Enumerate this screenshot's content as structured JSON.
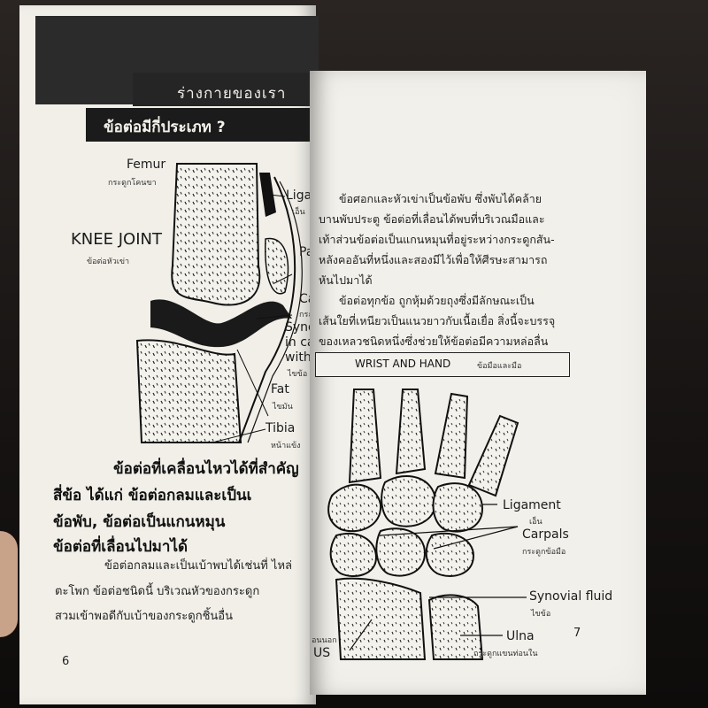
{
  "left_page": {
    "chapter_title": "ร่างกายของเรา",
    "section_title": "ข้อต่อมีกี่ประเภท ?",
    "diagram_labels": {
      "femur": "Femur",
      "femur_th": "กระดูกโคนขา",
      "knee_joint": "KNEE JOINT",
      "knee_joint_th": "ข้อต่อหัวเข่า",
      "ligament": "Ligam",
      "ligament_th": "เอ็น",
      "patella": "Pa",
      "cartilage": "Cart",
      "cartilage_th": "กระดูก",
      "synovial_1": "Synovi",
      "synovial_2": "in cavity",
      "synovial_3": "with me",
      "synovial_th": "ไขข้อ",
      "fat": "Fat",
      "fat_th": "ไขมัน",
      "tibia": "Tibia",
      "tibia_th": "หน้าแข้ง"
    },
    "heading_lines": [
      "ข้อต่อที่เคลื่อนไหวได้ที่สำคัญ",
      "สี่ข้อ ได้แก่ ข้อต่อกลมและเป็นเ",
      "ข้อพับ, ข้อต่อเป็นแกนหมุน",
      "ข้อต่อที่เลื่อนไปมาได้"
    ],
    "body_lines": [
      "ข้อต่อกลมและเป็นเบ้าพบได้เช่นที่ ไหล่",
      "ตะโพก ข้อต่อชนิดนี้ บริเวณหัวของกระดูก",
      "สวมเข้าพอดีกับเบ้าของกระดูกชิ้นอื่น"
    ],
    "page_number": "6"
  },
  "right_page": {
    "body_lines": [
      "ข้อศอกและหัวเข่าเป็นข้อพับ ซึ่งพับได้คล้าย",
      "บานพับประตู ข้อต่อที่เลื่อนได้พบที่บริเวณมือและ",
      "เท้าส่วนข้อต่อเป็นแกนหมุนที่อยู่ระหว่างกระดูกสัน-",
      "หลังคออันที่หนึ่งและสองมีไว้เพื่อให้ศีรษะสามารถ",
      "หันไปมาได้",
      "ข้อต่อทุกข้อ ถูกหุ้มด้วยถุงซึ่งมีลักษณะเป็น",
      "เส้นใยที่เหนียวเป็นแนวยาวกับเนื้อเยื่อ สิ่งนี้จะบรรจุ",
      "ของเหลวชนิดหนึ่งซึ่งช่วยให้ข้อต่อมีความหล่อลื่น"
    ],
    "box_title_en": "WRIST AND HAND",
    "box_title_th": "ข้อมือและมือ",
    "diagram_labels": {
      "ligament": "Ligament",
      "ligament_th": "เอ็น",
      "carpals": "Carpals",
      "carpals_th": "กระดูกข้อมือ",
      "synovial_fluid": "Synovial fluid",
      "synovial_fluid_th": "ไขข้อ",
      "ulna": "Ulna",
      "ulna_th": "กระดูกแขนท่อนใน",
      "radius_th_partial": "อนนอก",
      "radius_partial": "US"
    },
    "page_number": "7"
  }
}
